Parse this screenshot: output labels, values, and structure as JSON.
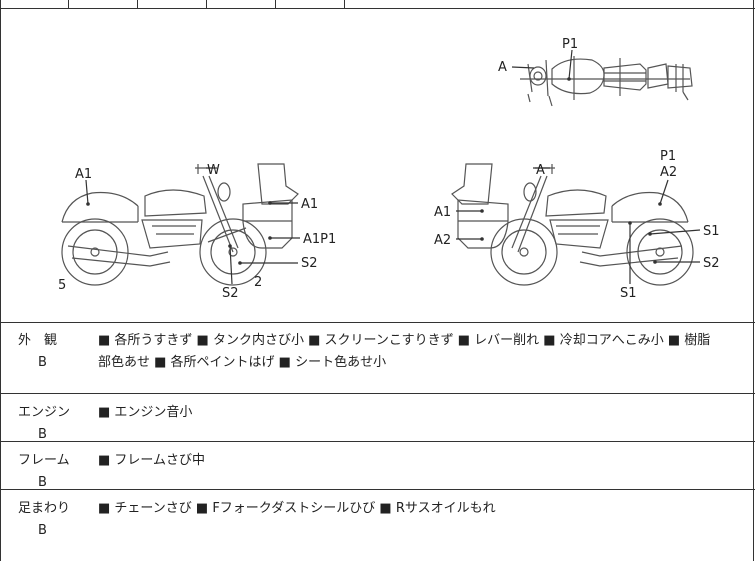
{
  "diagram": {
    "top_view": {
      "A": "A",
      "P1": "P1"
    },
    "left_view": {
      "A1_front": "A1",
      "W": "W",
      "A1_case": "A1",
      "A1P1": "A1P1",
      "S2_right": "S2",
      "S2_bottom": "S2",
      "num_2": "2",
      "num_5": "5"
    },
    "right_view": {
      "A": "A",
      "P1": "P1",
      "A2_top": "A2",
      "A1_case": "A1",
      "A2_case": "A2",
      "S1_right": "S1",
      "S2_right": "S2",
      "S1_bottom": "S1"
    }
  },
  "rows": [
    {
      "category": "外　観",
      "grade": "B",
      "line1": "■ 各所うすきず ■ タンク内さび小 ■ スクリーンこすりきず ■ レバー削れ ■ 冷却コアへこみ小 ■ 樹脂",
      "line2": "部色あせ ■ 各所ペイントはげ ■ シート色あせ小"
    },
    {
      "category": "エンジン",
      "grade": "B",
      "line1": "■ エンジン音小",
      "line2": ""
    },
    {
      "category": "フレーム",
      "grade": "B",
      "line1": "■ フレームさび中",
      "line2": ""
    },
    {
      "category": "足まわり",
      "grade": "B",
      "line1": "■ チェーンさび ■ Fフォークダストシールひび ■ Rサスオイルもれ",
      "line2": ""
    }
  ]
}
